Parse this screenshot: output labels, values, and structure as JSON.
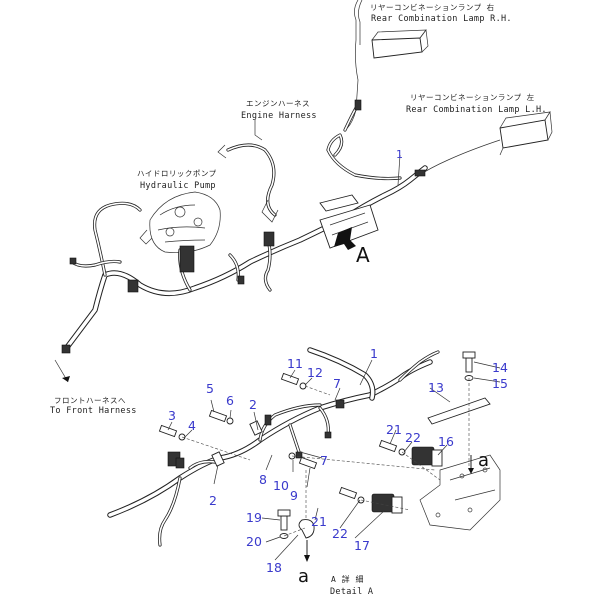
{
  "diagram": {
    "title": "Electrical Wiring Harness - Parts Diagram",
    "label_color": "#3a3acc",
    "callouts": {
      "rear_lamp_rh": {
        "jp": "リヤーコンビネーションランプ 右",
        "en": "Rear Combination Lamp R.H."
      },
      "rear_lamp_lh": {
        "jp": "リヤーコンビネーションランプ 左",
        "en": "Rear Combination Lamp L.H."
      },
      "engine_harness": {
        "jp": "エンジンハーネス",
        "en": "Engine Harness"
      },
      "hydraulic_pump": {
        "jp": "ハイドロリックポンプ",
        "en": "Hydraulic Pump"
      },
      "front_harness": {
        "jp": "フロントハーネスへ",
        "en": "To Front Harness"
      },
      "detail_a": {
        "jp": "A 詳 細",
        "en": "Detail A"
      }
    },
    "view_marker": "A",
    "section_marker": "a",
    "part_numbers": {
      "p1_top": "1",
      "p1_detail": "1",
      "p2_upper": "2",
      "p2_lower": "2",
      "p3": "3",
      "p4": "4",
      "p5": "5",
      "p6": "6",
      "p7_upper": "7",
      "p7_lower": "7",
      "p8": "8",
      "p9": "9",
      "p10": "10",
      "p11": "11",
      "p12": "12",
      "p13": "13",
      "p14": "14",
      "p15": "15",
      "p16": "16",
      "p17": "17",
      "p18": "18",
      "p19": "19",
      "p20": "20",
      "p21_upper": "21",
      "p21_lower": "21",
      "p22_upper": "22",
      "p22_lower": "22"
    }
  }
}
